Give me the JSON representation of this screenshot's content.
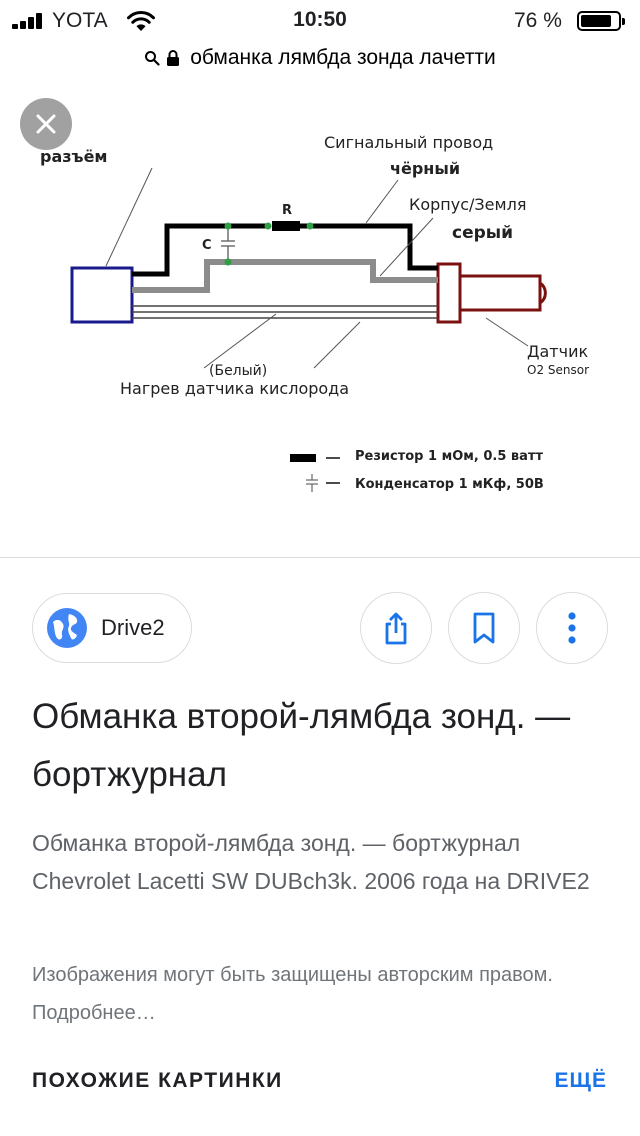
{
  "status_bar": {
    "carrier": "YOTA",
    "time": "10:50",
    "battery_percent": "76 %",
    "battery_level": 0.76
  },
  "url_bar": {
    "query": "обманка лямбда зонда лачетти"
  },
  "diagram": {
    "connector_label": "разъём",
    "signal_wire_label": "Сигнальный провод",
    "signal_wire_color": "чёрный",
    "resistor_letter": "R",
    "capacitor_letter": "С",
    "ground_label": "Корпус/Земля",
    "ground_color": "серый",
    "white_label": "(Белый)",
    "heater_label": "Нагрев датчика кислорода",
    "sensor_label": "Датчик",
    "sensor_sublabel": "O2 Sensor",
    "legend_resistor": "Резистор 1 мОм, 0.5 ватт",
    "legend_capacitor": "Конденсатор 1 мКф, 50В",
    "colors": {
      "connector": "#1a1a8c",
      "sensor": "#7a1010",
      "signal_wire": "#000000",
      "ground_wire": "#8c8c8c",
      "junction": "#2ea043"
    }
  },
  "result": {
    "source": "Drive2",
    "title": "Обманка второй-лямбда зонд. — бортжурнал",
    "description": "Обманка второй-лямбда зонд. — бортжурнал Chevrolet Lacetti SW DUBch3k. 2006 года на DRIVE2",
    "copyright": "Изображения могут быть защищены авторским правом. Подробнее…"
  },
  "actions": {
    "share_icon": "share-icon",
    "bookmark_icon": "bookmark-icon",
    "more_icon": "more-vert-icon"
  },
  "similar": {
    "heading": "ПОХОЖИЕ КАРТИНКИ",
    "more_label": "ЕЩЁ"
  },
  "accent_color": "#1a73e8"
}
